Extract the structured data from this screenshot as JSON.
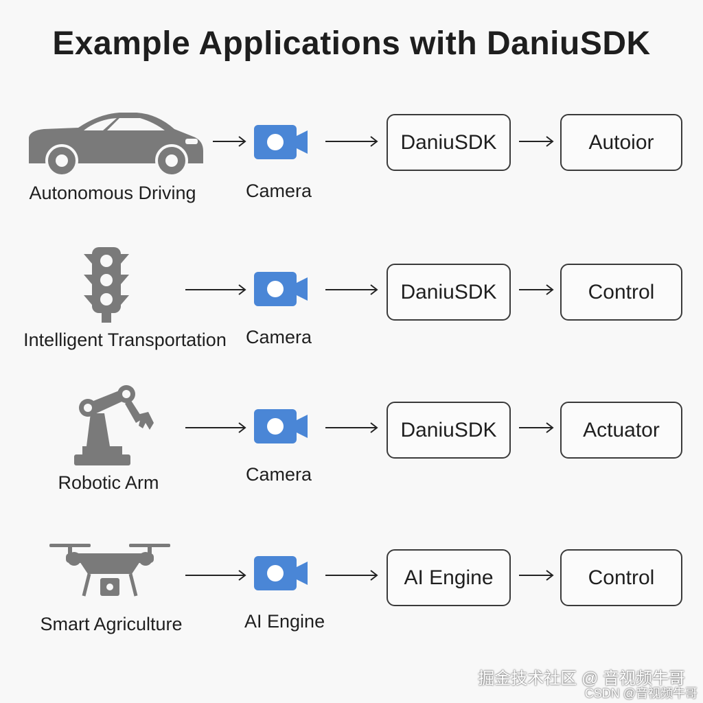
{
  "title": "Example Applications with DaniuSDK",
  "rows": [
    {
      "icon": "car-icon",
      "label": "Autonomous Driving",
      "source": "Camera",
      "middle": "DaniuSDK",
      "end": "Autoior"
    },
    {
      "icon": "traffic-light-icon",
      "label": "Intelligent Transportation",
      "source": "Camera",
      "middle": "DaniuSDK",
      "end": "Control"
    },
    {
      "icon": "robotic-arm-icon",
      "label": "Robotic Arm",
      "source": "Camera",
      "middle": "DaniuSDK",
      "end": "Actuator"
    },
    {
      "icon": "drone-icon",
      "label": "Smart Agriculture",
      "source": "AI Engine",
      "middle": "AI Engine",
      "end": "Control"
    }
  ],
  "watermark": "掘金技术社区 @ 音视频牛哥",
  "watermark_small": "CSDN @音视频牛哥",
  "colors": {
    "camera": "#4a86d6",
    "icon_gray": "#7a7a7a",
    "box_border": "#3a3a3a"
  }
}
